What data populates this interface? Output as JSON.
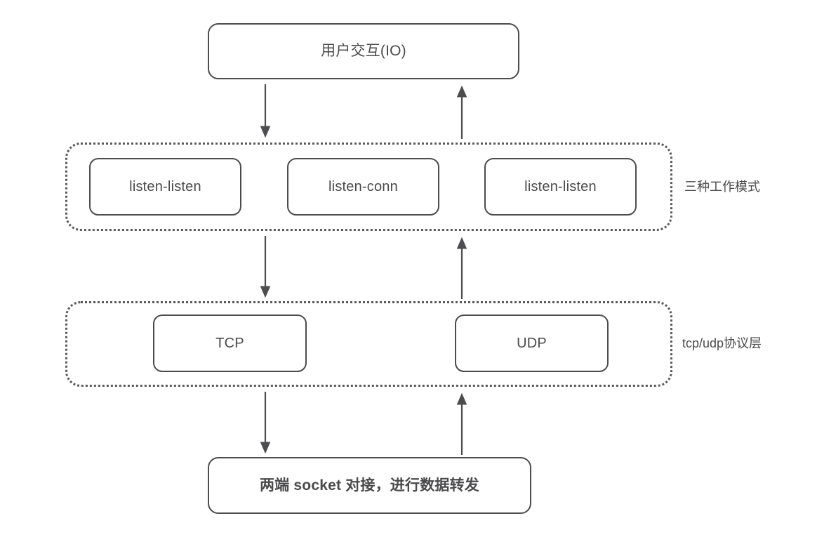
{
  "diagram": {
    "title_box": {
      "label": "用户交互(IO)"
    },
    "mode_group": {
      "side_label": "三种工作模式",
      "boxes": [
        {
          "label": "listen-listen"
        },
        {
          "label": "listen-conn"
        },
        {
          "label": "listen-listen"
        }
      ]
    },
    "protocol_group": {
      "side_label": "tcp/udp协议层",
      "boxes": [
        {
          "label": "TCP"
        },
        {
          "label": "UDP"
        }
      ]
    },
    "bottom_box": {
      "label": "两端 socket 对接，进行数据转发"
    },
    "connectors": [
      {
        "name": "user-io-to-modes",
        "direction": "down"
      },
      {
        "name": "modes-to-user-io",
        "direction": "up"
      },
      {
        "name": "modes-to-protocols",
        "direction": "down"
      },
      {
        "name": "protocols-to-modes",
        "direction": "up"
      },
      {
        "name": "protocols-to-socket",
        "direction": "down"
      },
      {
        "name": "socket-to-protocols",
        "direction": "up"
      }
    ],
    "colors": {
      "stroke": "#4d4d4f",
      "text": "#4a4a4c",
      "background": "#ffffff",
      "group_border": "#5a5a5c"
    }
  }
}
